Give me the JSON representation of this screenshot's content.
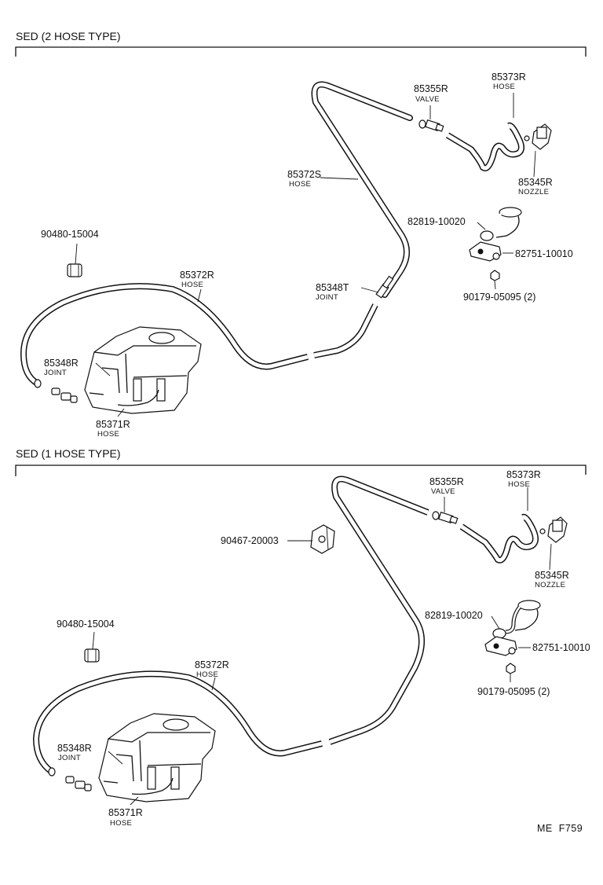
{
  "sections": [
    {
      "title": "SED (2 HOSE TYPE)",
      "labels": {
        "p85355R": {
          "part": "85355R",
          "desc": "VALVE"
        },
        "p85373R": {
          "part": "85373R",
          "desc": "HOSE"
        },
        "p85372S": {
          "part": "85372S",
          "desc": "HOSE"
        },
        "p85345R": {
          "part": "85345R",
          "desc": "NOZZLE"
        },
        "p82819": {
          "part": "82819-10020"
        },
        "p82751": {
          "part": "82751-10010"
        },
        "p90480": {
          "part": "90480-15004"
        },
        "p85372R": {
          "part": "85372R",
          "desc": "HOSE"
        },
        "p85348T": {
          "part": "85348T",
          "desc": "JOINT"
        },
        "p90179": {
          "part": "90179-05095 (2)"
        },
        "p85348R": {
          "part": "85348R",
          "desc": "JOINT"
        },
        "p85371R": {
          "part": "85371R",
          "desc": "HOSE"
        }
      }
    },
    {
      "title": "SED (1 HOSE TYPE)",
      "labels": {
        "p85355R": {
          "part": "85355R",
          "desc": "VALVE"
        },
        "p85373R": {
          "part": "85373R",
          "desc": "HOSE"
        },
        "p90467": {
          "part": "90467-20003"
        },
        "p85345R": {
          "part": "85345R",
          "desc": "NOZZLE"
        },
        "p82819": {
          "part": "82819-10020"
        },
        "p82751": {
          "part": "82751-10010"
        },
        "p90480": {
          "part": "90480-15004"
        },
        "p85372R": {
          "part": "85372R",
          "desc": "HOSE"
        },
        "p90179": {
          "part": "90179-05095 (2)"
        },
        "p85348R": {
          "part": "85348R",
          "desc": "JOINT"
        },
        "p85371R": {
          "part": "85371R",
          "desc": "HOSE"
        }
      }
    }
  ],
  "figure_ref": "ME  F759"
}
